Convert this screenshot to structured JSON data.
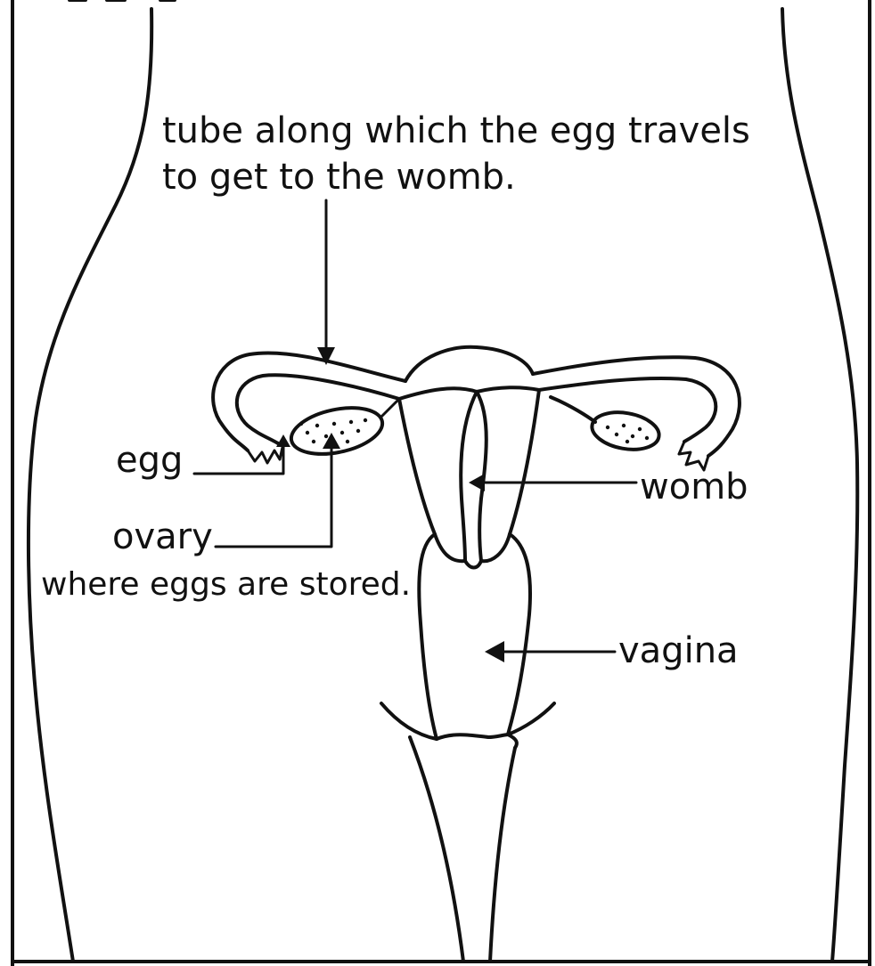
{
  "labels": {
    "tube_line1": "tube along which the egg travels",
    "tube_line2": "to get to the womb.",
    "egg": "egg",
    "ovary_line1": "ovary",
    "ovary_line2": "where eggs are stored.",
    "womb": "womb",
    "vagina": "vagina"
  },
  "colors": {
    "ink": "#111111",
    "paper": "#ffffff"
  }
}
